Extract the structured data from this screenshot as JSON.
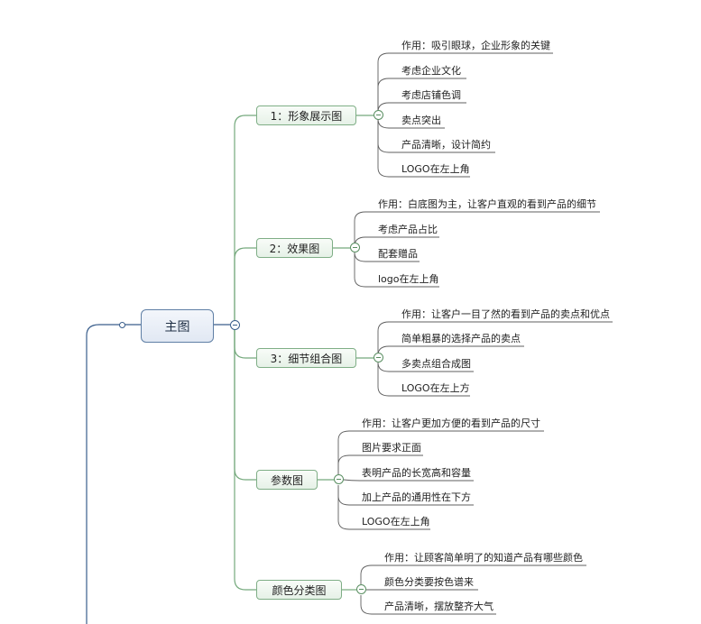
{
  "root": {
    "label": "主图"
  },
  "branches": [
    {
      "label": "1：形象展示图",
      "leaves": [
        "作用：吸引眼球，企业形象的关键",
        "考虑企业文化",
        "考虑店铺色调",
        "卖点突出",
        "产品清晰，设计简约",
        "LOGO在左上角"
      ]
    },
    {
      "label": "2：效果图",
      "leaves": [
        "作用：白底图为主，让客户直观的看到产品的细节",
        "考虑产品占比",
        "配套赠品",
        "logo在左上角"
      ]
    },
    {
      "label": "3：细节组合图",
      "leaves": [
        "作用：让客户一目了然的看到产品的卖点和优点",
        "简单粗暴的选择产品的卖点",
        "多卖点组合成图",
        "LOGO在左上方"
      ]
    },
    {
      "label": "参数图",
      "leaves": [
        "作用：让客户更加方便的看到产品的尺寸",
        "图片要求正面",
        "表明产品的长宽高和容量",
        "加上产品的通用性在下方",
        "LOGO在左上角"
      ]
    },
    {
      "label": "颜色分类图",
      "leaves": [
        "作用：让顾客简单明了的知道产品有哪些颜色",
        "颜色分类要按色谱来",
        "产品清晰，摆放整齐大气"
      ]
    }
  ],
  "colors": {
    "root_line": "#3a5e8c",
    "branch_line": "#74a97c",
    "leaf_line": "#5f5f5f"
  }
}
